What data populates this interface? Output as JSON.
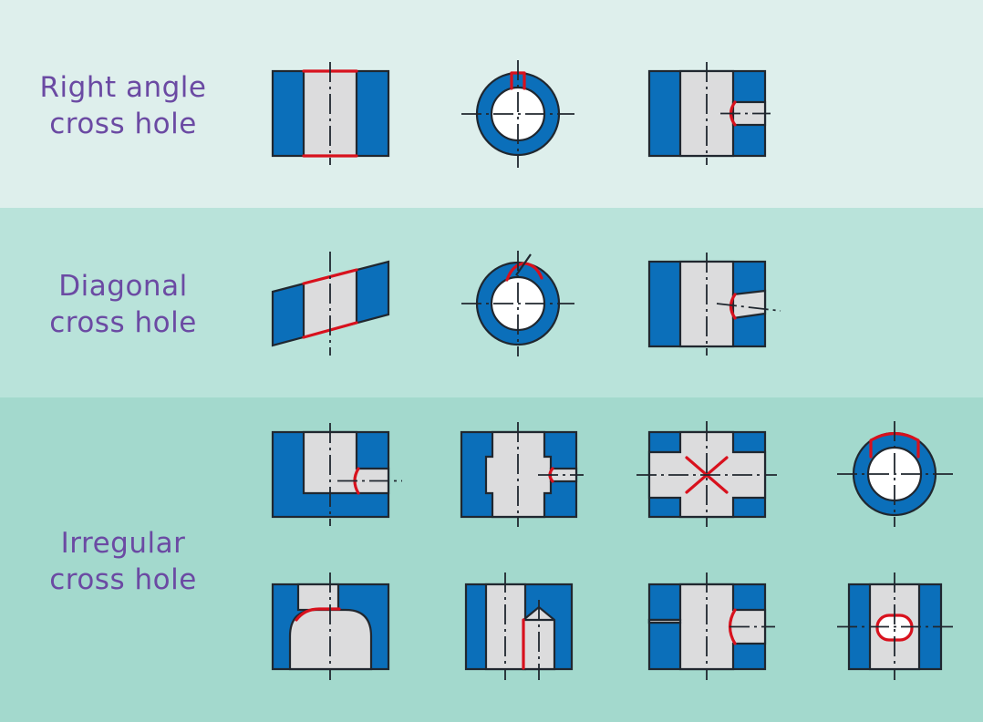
{
  "colors": {
    "band_top": "#deefec",
    "band_middle": "#b9e3da",
    "band_bottom": "#a3d9cd",
    "label_text": "#6b4aa3",
    "part_material": "#0b6fba",
    "hole_fill": "#dcdcdd",
    "deburr_edge": "#d8111d"
  },
  "categories": [
    {
      "label": "Right angle\ncross hole"
    },
    {
      "label": "Diagonal\ncross hole"
    },
    {
      "label": "Irregular\ncross hole"
    }
  ]
}
